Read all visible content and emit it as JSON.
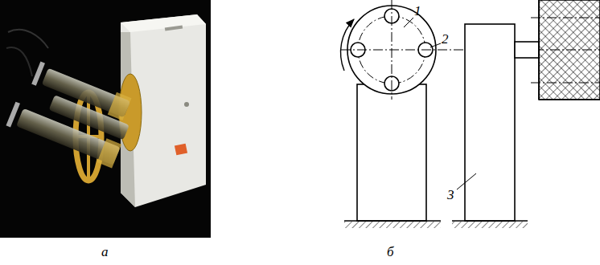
{
  "diagram": {
    "labels": [
      "а",
      "б",
      "1",
      "2",
      "3"
    ]
  }
}
